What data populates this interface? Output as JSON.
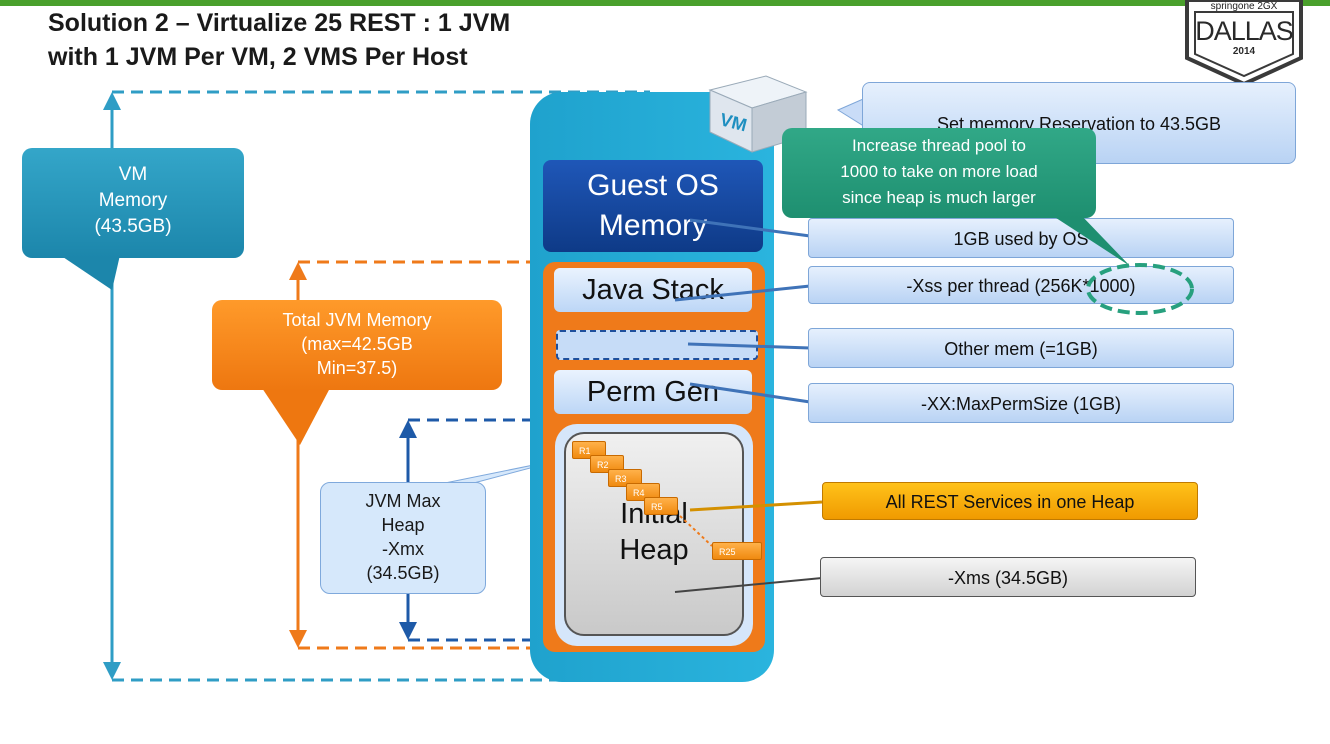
{
  "title": {
    "line1": "Solution 2 – Virtualize 25 REST : 1 JVM",
    "line2": "with 1 JVM Per VM, 2 VMS Per Host"
  },
  "badge": {
    "top": "springone 2GX",
    "city": "DALLAS",
    "year": "2014"
  },
  "left_callouts": {
    "vm_memory": [
      "VM",
      "Memory",
      "(43.5GB)"
    ],
    "jvm_memory": [
      "Total JVM Memory",
      "(max=42.5GB",
      "Min=37.5)"
    ],
    "max_heap": [
      "JVM Max",
      "Heap",
      "-Xmx",
      "(34.5GB)"
    ]
  },
  "stack": {
    "vm_icon_label": "VM",
    "guest_os": [
      "Guest OS",
      "Memory"
    ],
    "java_stack": "Java Stack",
    "perm_gen": "Perm Gen",
    "heap": [
      "Initial",
      "Heap"
    ],
    "rest_boxes": [
      "R1",
      "R2",
      "R3",
      "R4",
      "R5"
    ],
    "rest_last": "R25"
  },
  "right_labels": {
    "set_memory": "Set memory Reservation to 43.5GB",
    "thread_pool": [
      "Increase thread pool to",
      "1000 to take on more load",
      "since heap is much larger"
    ],
    "os_used": "1GB used by OS",
    "xss": "-Xss per thread (256K*1000)",
    "other_mem": "Other mem (=1GB)",
    "max_perm": "-XX:MaxPermSize  (1GB)",
    "rest_one_heap": "All REST Services in one Heap",
    "xms": "-Xms  (34.5GB)"
  },
  "colors": {
    "vm_teal": "#1fa2cd",
    "jvm_orange": "#ef7a1a",
    "heap_blue": "#1e5aa8",
    "guest_os": "#1f57b8",
    "thread_green": "#27a07e",
    "rest_yellow": "#f5ab00"
  }
}
